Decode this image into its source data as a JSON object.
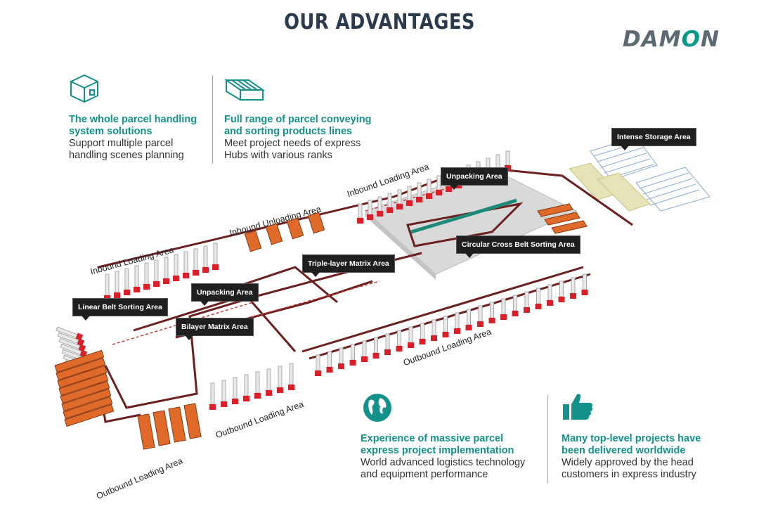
{
  "header": {
    "title": "OUR ADVANTAGES",
    "logo": "DAMON"
  },
  "features": [
    {
      "title_lines": [
        "The whole parcel handling",
        "system solutions"
      ],
      "desc_lines": [
        "Support multiple parcel",
        "handling scenes planning"
      ],
      "icon": "parcel-box-icon"
    },
    {
      "title_lines": [
        "Full range of parcel conveying",
        "and sorting products lines"
      ],
      "desc_lines": [
        "Meet project needs of express",
        "Hubs with various ranks"
      ],
      "icon": "conveyor-icon"
    },
    {
      "title_lines": [
        "Experience of massive parcel",
        "express project implementation"
      ],
      "desc_lines": [
        "World advanced logistics technology",
        "and equipment performance"
      ],
      "icon": "globe-icon"
    },
    {
      "title_lines": [
        "Many top-level projects have",
        "been delivered worldwide"
      ],
      "desc_lines": [
        "Widely approved by the head",
        "customers in express industry"
      ],
      "icon": "thumbs-up-icon"
    }
  ],
  "callouts": {
    "intense_storage": "Intense Storage Area",
    "unpacking_top": "Unpacking Area",
    "circular_cross_belt": "Circular Cross Belt Sorting Area",
    "triple_layer": "Triple-layer Matrix Area",
    "unpacking_mid": "Unpacking Area",
    "linear_belt": "Linear Belt Sorting Area",
    "bilayer": "Bilayer Matrix Area"
  },
  "areas": {
    "inbound_loading_top": "Inbound Loading Area",
    "inbound_unloading": "Inbound Unloading Area",
    "inbound_loading_left": "Inbound Loading Area",
    "outbound_loading_right": "Outbound Loading Area",
    "outbound_loading_mid": "Outbound Loading Area",
    "outbound_loading_bottom": "Outbound Loading Area"
  },
  "colors": {
    "accent": "#13918a",
    "title": "#2b3a4c",
    "track": "#6b1f1f",
    "truck_red": "#d8202a",
    "truck_orange": "#e06a2a"
  }
}
